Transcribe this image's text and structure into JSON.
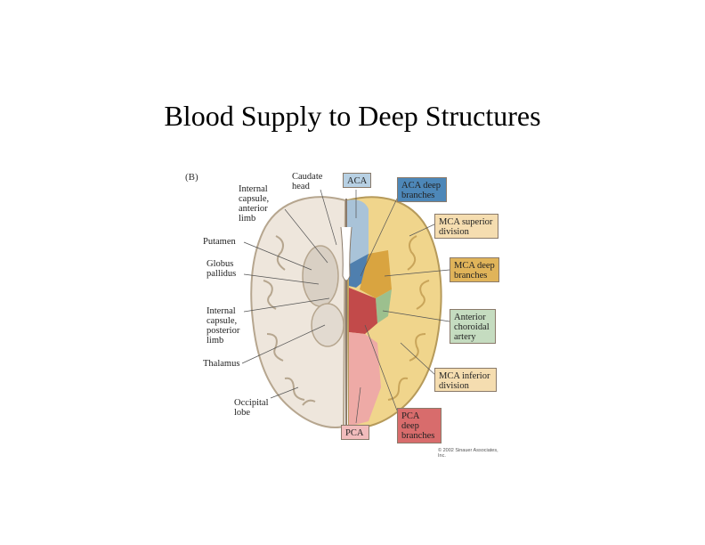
{
  "title": "Blood Supply to Deep Structures",
  "figure": {
    "panel_letter": "(B)",
    "left_labels": [
      "Caudate\nhead",
      "Internal\ncapsule,\nanterior\nlimb",
      "Putamen",
      "Globus\npallidus",
      "Internal\ncapsule,\nposterior\nlimb",
      "Thalamus",
      "Occipital\nlobe"
    ],
    "territory_boxes": [
      {
        "text": "ACA",
        "color": "#b7d0e3"
      },
      {
        "text": "ACA deep\nbranches",
        "color": "#4d87b8"
      },
      {
        "text": "MCA superior\ndivision",
        "color": "#f5ddb0"
      },
      {
        "text": "MCA deep\nbranches",
        "color": "#e0b45a"
      },
      {
        "text": "Anterior\nchoroidal\nartery",
        "color": "#c5dcc0"
      },
      {
        "text": "MCA inferior\ndivision",
        "color": "#f5ddb0"
      },
      {
        "text": "PCA\ndeep\nbranches",
        "color": "#d86c6c"
      },
      {
        "text": "PCA",
        "color": "#f2bcbc"
      }
    ],
    "copyright": "© 2002 Sinauer Associates, Inc."
  }
}
